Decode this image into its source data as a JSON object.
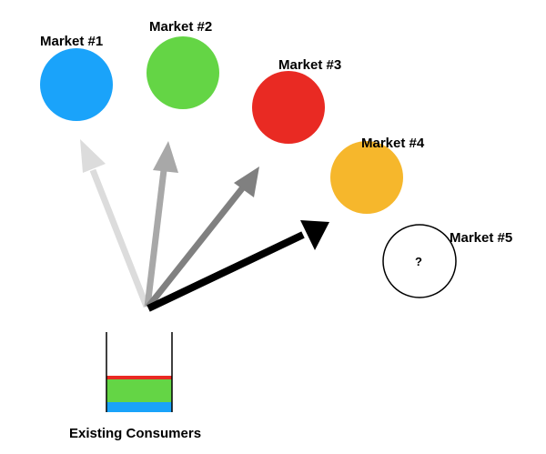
{
  "markets": [
    {
      "label": "Market #1",
      "color": "#1aa3fa"
    },
    {
      "label": "Market #2",
      "color": "#64d545"
    },
    {
      "label": "Market #3",
      "color": "#e92a23"
    },
    {
      "label": "Market #4",
      "color": "#f6b72c"
    },
    {
      "label": "Market #5",
      "color": "#ffffff",
      "mark": "?"
    }
  ],
  "arrows": [
    {
      "target": "Market #1",
      "color": "#dcdcdc"
    },
    {
      "target": "Market #2",
      "color": "#a8a8a8"
    },
    {
      "target": "Market #3",
      "color": "#808080"
    },
    {
      "target": "Market #4",
      "color": "#000000"
    }
  ],
  "consumers": {
    "label": "Existing Consumers",
    "layers": [
      {
        "color": "#e92a23"
      },
      {
        "color": "#64d545"
      },
      {
        "color": "#1aa3fa"
      }
    ]
  }
}
